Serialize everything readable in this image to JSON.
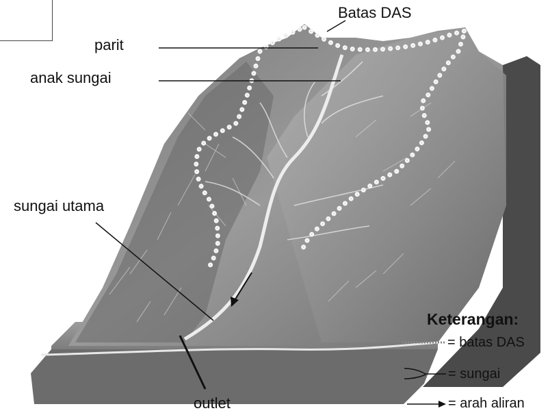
{
  "labels": {
    "batas_das": "Batas DAS",
    "parit": "parit",
    "anak_sungai": "anak sungai",
    "sungai_utama": "sungai utama",
    "outlet": "outlet"
  },
  "legend": {
    "title": "Keterangan:",
    "items": [
      {
        "symbol": "dotted-boundary-icon",
        "text": "= batas DAS"
      },
      {
        "symbol": "river-fork-icon",
        "text": "= sungai"
      },
      {
        "symbol": "flow-arrow-icon",
        "text": "= arah aliran"
      }
    ]
  },
  "colors": {
    "ink": "#111111",
    "terrain_dark": "#5a5a5a",
    "terrain_mid": "#8c8c8c",
    "terrain_light": "#c9c9c9",
    "river": "#ececec",
    "boundary_dot": "#f2f2f2"
  }
}
